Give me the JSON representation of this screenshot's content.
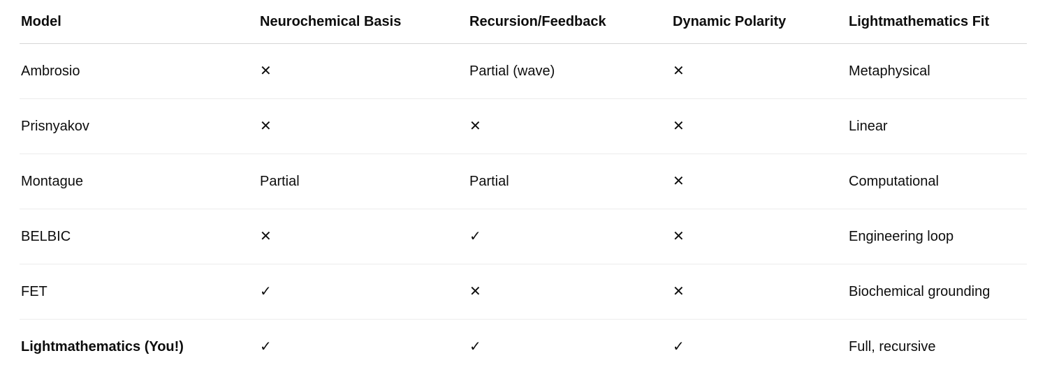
{
  "chart_data": {
    "type": "table",
    "title": "",
    "columns": [
      "Model",
      "Neurochemical Basis",
      "Recursion/Feedback",
      "Dynamic Polarity",
      "Lightmathematics Fit"
    ],
    "rows": [
      [
        "Ambrosio",
        "✕",
        "Partial (wave)",
        "✕",
        "Metaphysical"
      ],
      [
        "Prisnyakov",
        "✕",
        "✕",
        "✕",
        "Linear"
      ],
      [
        "Montague",
        "Partial",
        "Partial",
        "✕",
        "Computational"
      ],
      [
        "BELBIC",
        "✕",
        "✓",
        "✕",
        "Engineering loop"
      ],
      [
        "FET",
        "✓",
        "✕",
        "✕",
        "Biochemical grounding"
      ],
      [
        "Lightmathematics (You!)",
        "✓",
        "✓",
        "✓",
        "Full, recursive"
      ]
    ],
    "emphasized_row": "Lightmathematics (You!)",
    "symbols": {
      "check": "✓",
      "cross": "✕"
    },
    "layout_hints": {
      "grid": "horizontal-dividers-only",
      "header_style": "bold"
    },
    "colors": {
      "text": "#0d0d0d",
      "header_divider": "#d6d6d6",
      "row_divider": "#ececec",
      "background": "#ffffff"
    }
  }
}
